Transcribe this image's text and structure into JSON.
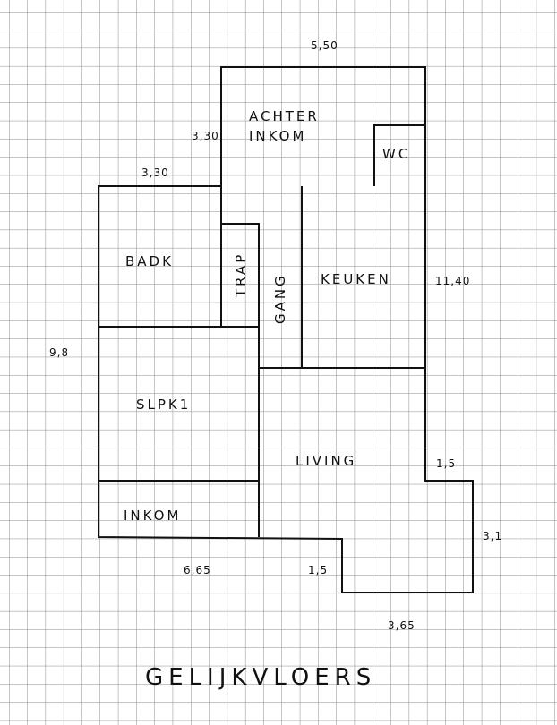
{
  "title": "GELIJKVLOERS",
  "rooms": {
    "achter_inkom_1": "ACHTER",
    "achter_inkom_2": "INKOM",
    "wc": "WC",
    "badk": "BADK",
    "trap": "TRAP",
    "gang": "GANG",
    "keuken": "KEUKEN",
    "slpk1": "SLPK1",
    "living": "LIVING",
    "inkom": "INKOM"
  },
  "dimensions": {
    "top_width": "5,50",
    "achter_height": "3,30",
    "left_top": "3,30",
    "left_height": "9,8",
    "right_height": "11,40",
    "bottom_width": "6,65",
    "step_top": "1,5",
    "step_side": "3,1",
    "step_left": "1,5",
    "step_bottom": "3,65"
  }
}
